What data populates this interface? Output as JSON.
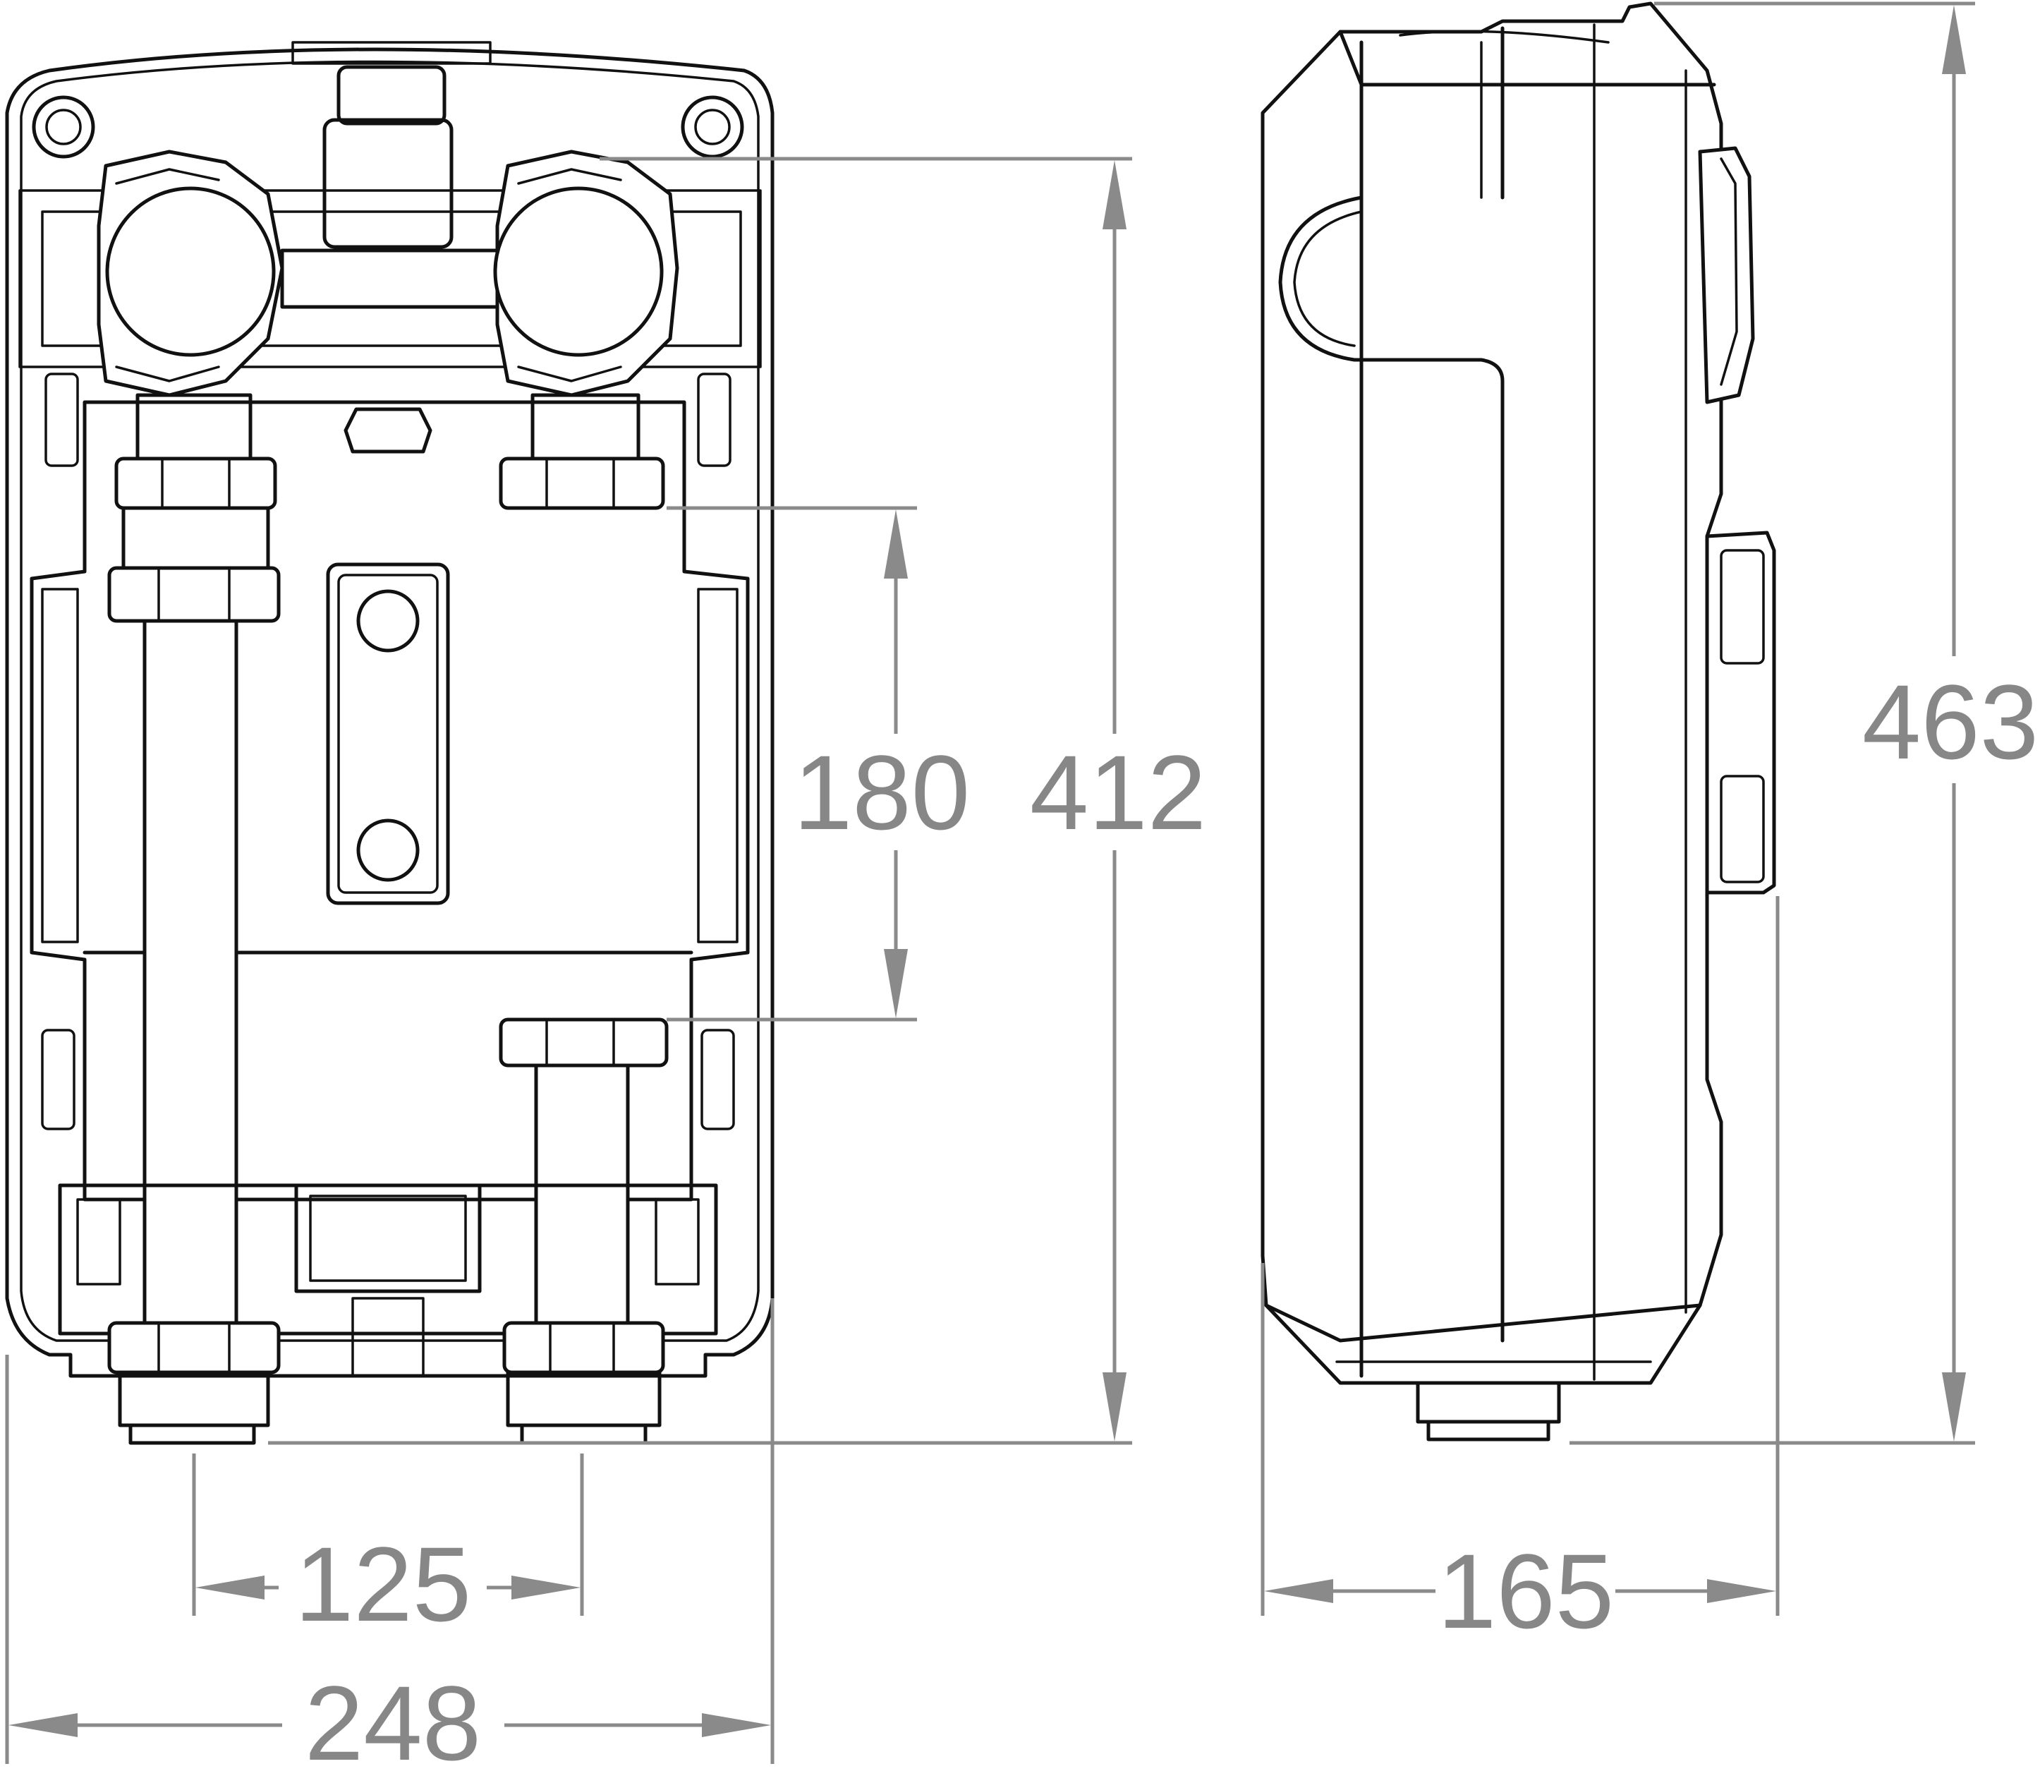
{
  "dimensions": {
    "overall_width": "248",
    "inlet_spacing": "125",
    "centre_height": "180",
    "body_height": "412",
    "overall_height": "463",
    "depth": "165"
  },
  "colors": {
    "outline": "#111111",
    "dimension": "#878787",
    "background": "#ffffff"
  }
}
